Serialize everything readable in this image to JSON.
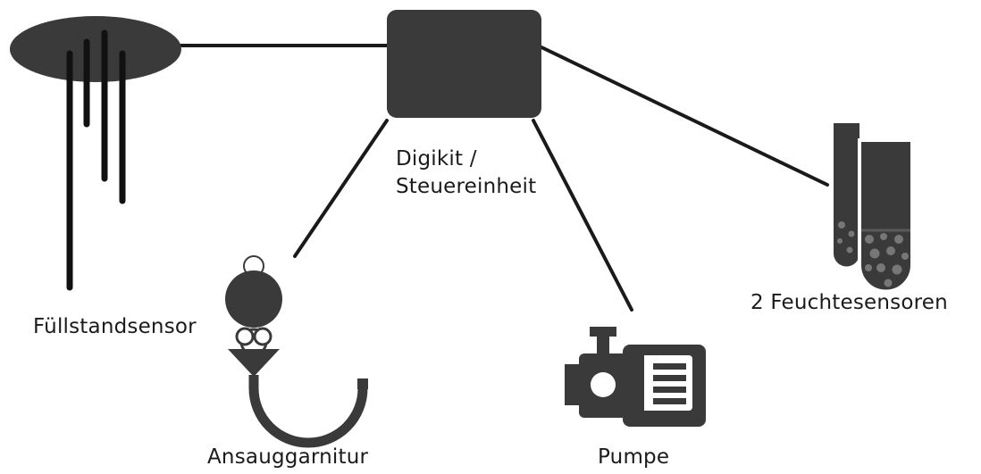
{
  "colors": {
    "shape": "#3a3a3a",
    "line": "#1a1a1a",
    "text": "#1b1b1b",
    "background": "#ffffff"
  },
  "nodes": {
    "control_unit": {
      "label_line1": "Digikit /",
      "label_line2": "Steuereinheit"
    },
    "level_sensor": {
      "label": "Füllstandsensor"
    },
    "suction_set": {
      "label": "Ansauggarnitur"
    },
    "pump": {
      "label": "Pumpe"
    },
    "moisture_sensors": {
      "label": "2 Feuchtesensoren"
    }
  },
  "connections": [
    {
      "from": "control_unit",
      "to": "level_sensor"
    },
    {
      "from": "control_unit",
      "to": "suction_set"
    },
    {
      "from": "control_unit",
      "to": "pump"
    },
    {
      "from": "control_unit",
      "to": "moisture_sensors"
    }
  ]
}
